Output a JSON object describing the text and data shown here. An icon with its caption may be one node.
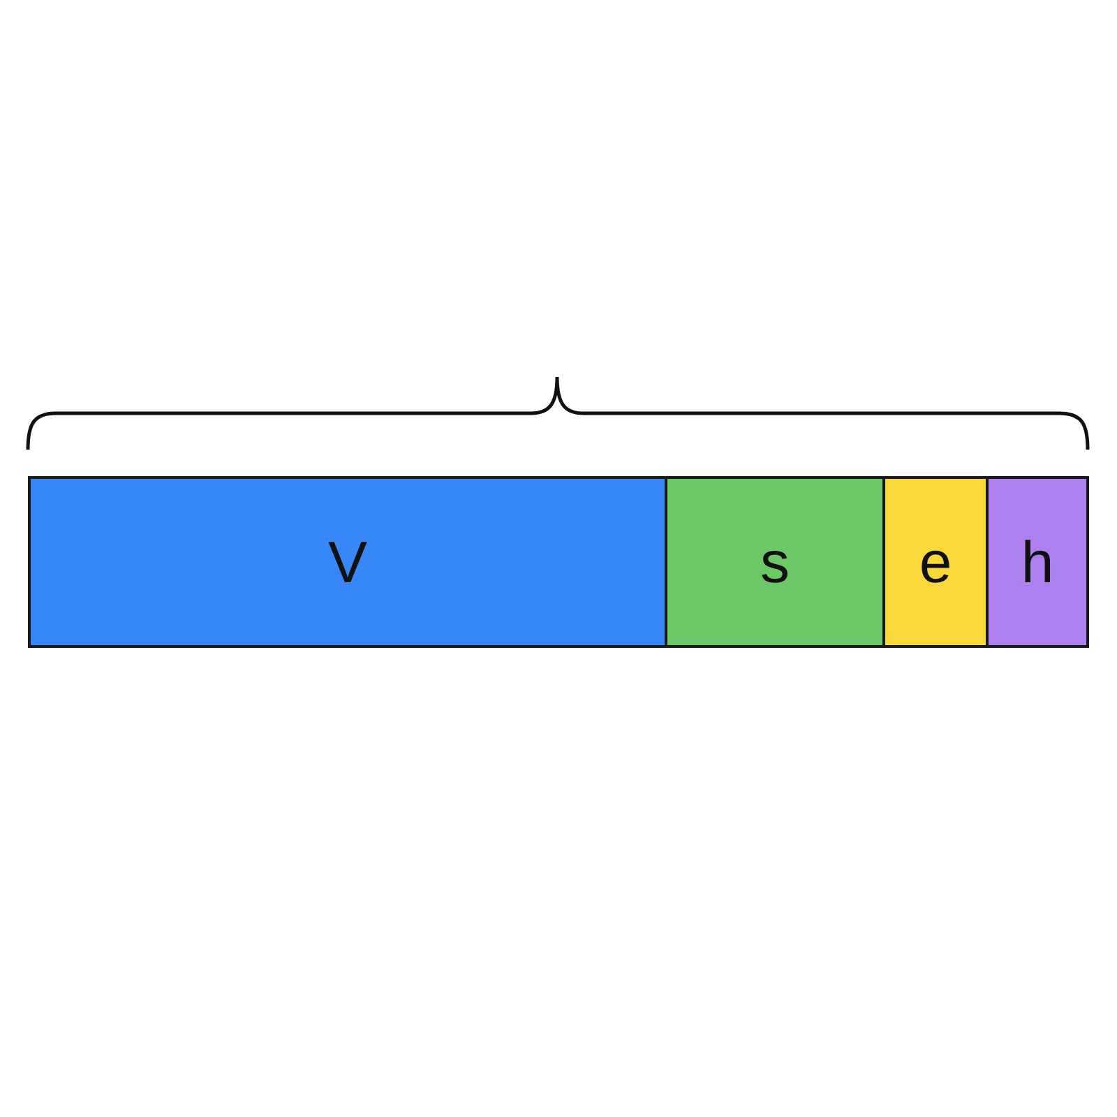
{
  "diagram": {
    "nodes": [
      {
        "text": [
          "V"
        ]
      },
      {
        "text": [
          "s"
        ]
      },
      {
        "text": [
          "e"
        ]
      },
      {
        "text": [
          "h"
        ]
      }
    ]
  }
}
